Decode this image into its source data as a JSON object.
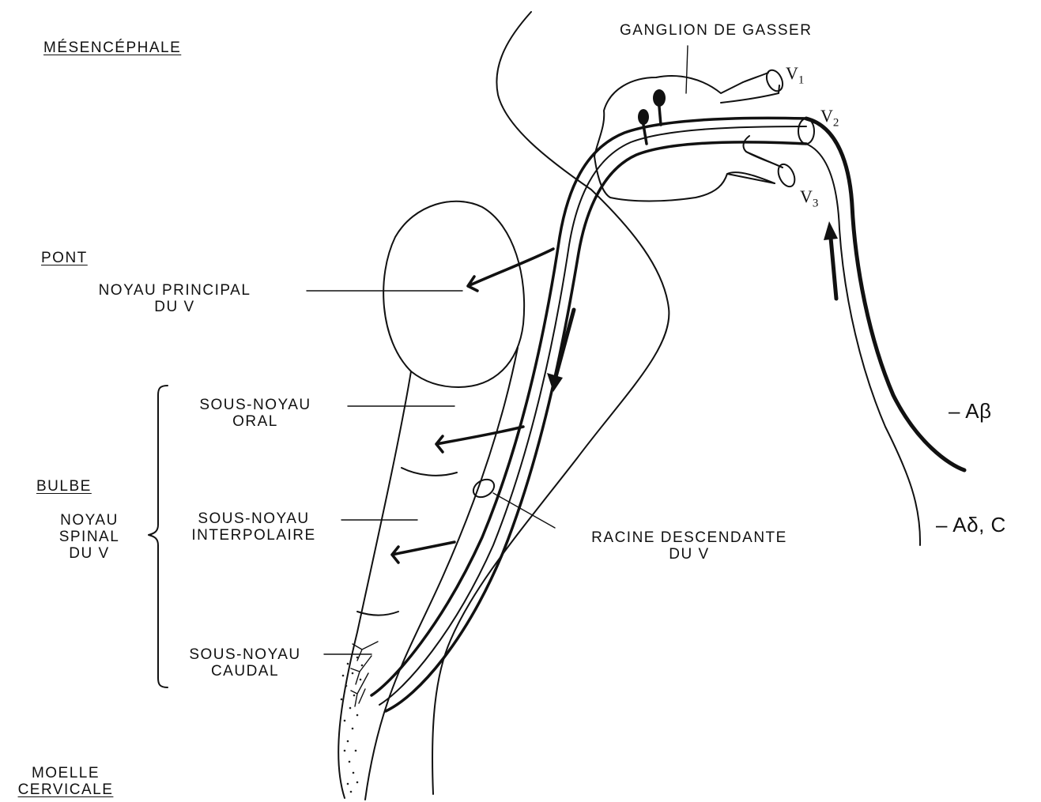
{
  "regions": {
    "mesencephale": "MÉSENCÉPHALE",
    "pont": "PONT",
    "bulbe": "BULBE",
    "moelle_line1": "MOELLE",
    "moelle_line2": "CERVICALE"
  },
  "labels": {
    "ganglion": "GANGLION DE GASSER",
    "noyau_principal_line1": "NOYAU PRINCIPAL",
    "noyau_principal_line2": "DU V",
    "noyau_spinal_line1": "NOYAU",
    "noyau_spinal_line2": "SPINAL",
    "noyau_spinal_line3": "DU V",
    "sous_noyau_oral_line1": "SOUS-NOYAU",
    "sous_noyau_oral_line2": "ORAL",
    "sous_noyau_interpolaire_line1": "SOUS-NOYAU",
    "sous_noyau_interpolaire_line2": "INTERPOLAIRE",
    "sous_noyau_caudal_line1": "SOUS-NOYAU",
    "sous_noyau_caudal_line2": "CAUDAL",
    "racine_line1": "RACINE DESCENDANTE",
    "racine_line2": "DU V"
  },
  "branches": {
    "v1_letter": "V",
    "v1_sub": "1",
    "v2_letter": "V",
    "v2_sub": "2",
    "v3_letter": "V",
    "v3_sub": "3"
  },
  "fibers": {
    "a_beta": "– Aβ",
    "a_delta_c": "– Aδ, C"
  }
}
